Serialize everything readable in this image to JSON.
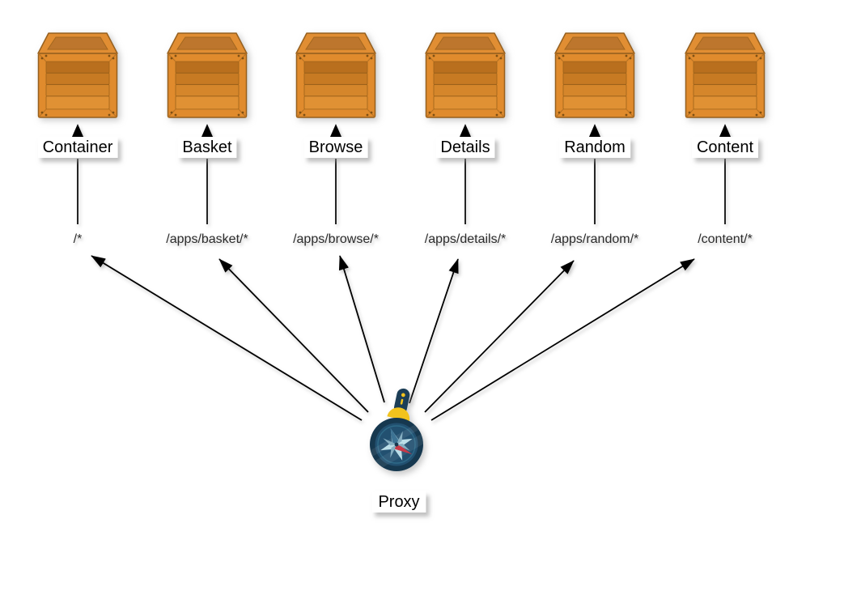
{
  "proxy": {
    "label": "Proxy",
    "icon": "compass-icon"
  },
  "services": [
    {
      "name": "Container",
      "route": "/*",
      "icon": "crate-icon"
    },
    {
      "name": "Basket",
      "route": "/apps/basket/*",
      "icon": "crate-icon"
    },
    {
      "name": "Browse",
      "route": "/apps/browse/*",
      "icon": "crate-icon"
    },
    {
      "name": "Details",
      "route": "/apps/details/*",
      "icon": "crate-icon"
    },
    {
      "name": "Random",
      "route": "/apps/random/*",
      "icon": "crate-icon"
    },
    {
      "name": "Content",
      "route": "/content/*",
      "icon": "crate-icon"
    }
  ],
  "colors": {
    "background": "#FFFFFF",
    "arrow": "#000000",
    "crate_wood": "#E08B2D",
    "crate_outline": "#96601F",
    "compass_navy": "#16384F",
    "compass_face": "#225070",
    "compass_rose": "#BCDFE9",
    "compass_needle_red": "#C93A49",
    "compass_yellow": "#F2C31D"
  }
}
